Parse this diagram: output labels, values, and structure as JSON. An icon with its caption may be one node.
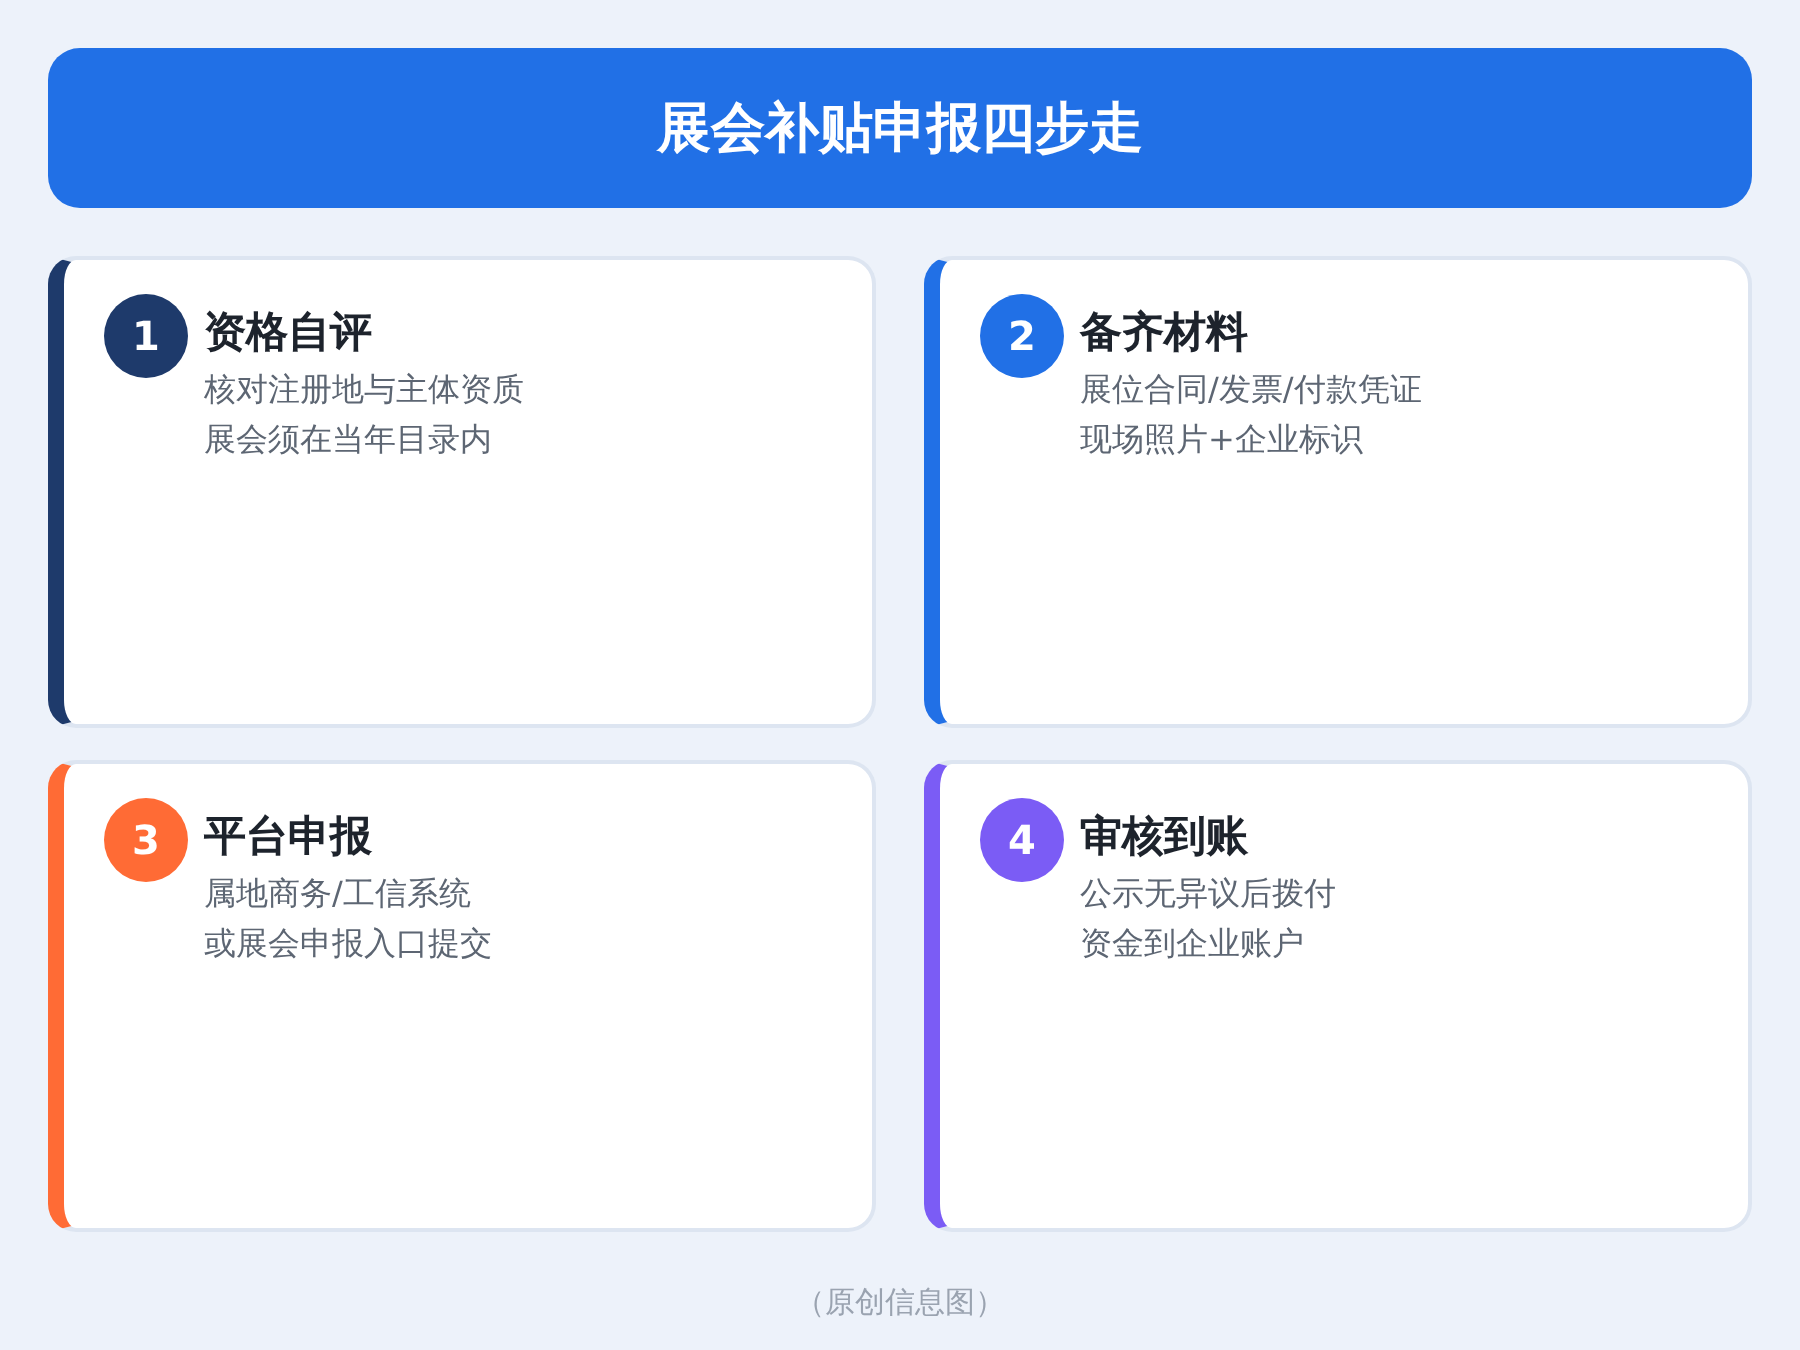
{
  "diagram": {
    "title": "展会补贴申报四步走",
    "caption": "（原创信息图）",
    "nodes": [
      {
        "text": [
          "资格自评",
          "核对注册地与主体资质",
          "展会须在当年目录内"
        ]
      },
      {
        "text": [
          "1"
        ],
        "in": 0
      },
      {
        "text": [
          "备齐材料",
          "展位合同/发票/付款凭证",
          "现场照片+企业标识"
        ]
      },
      {
        "text": [
          "2"
        ],
        "in": 2
      },
      {
        "text": [
          "平台申报",
          "属地商务/工信系统",
          "或展会申报入口提交"
        ]
      },
      {
        "text": [
          "3"
        ],
        "in": 4
      },
      {
        "text": [
          "审核到账",
          "公示无异议后拨付",
          "资金到企业账户"
        ]
      },
      {
        "text": [
          "4"
        ],
        "in": 6
      }
    ],
    "edges": []
  }
}
